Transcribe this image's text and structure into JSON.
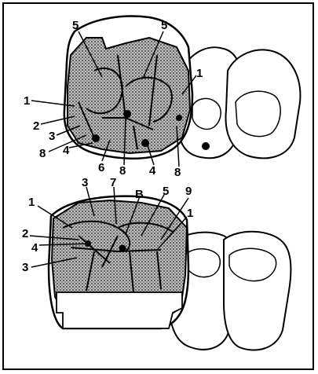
{
  "figure": {
    "upper_labels": [
      "5",
      "5",
      "1",
      "1",
      "2",
      "3",
      "8",
      "4",
      "6",
      "8",
      "4",
      "8"
    ],
    "lower_labels": [
      "3",
      "7",
      "1",
      "B",
      "5",
      "9",
      "2",
      "4",
      "1",
      "3"
    ]
  },
  "colors": {
    "outline": "#000000",
    "stipple_fill": "#8a8a8a",
    "tooth_fill": "#ffffff",
    "background": "#ffffff"
  }
}
